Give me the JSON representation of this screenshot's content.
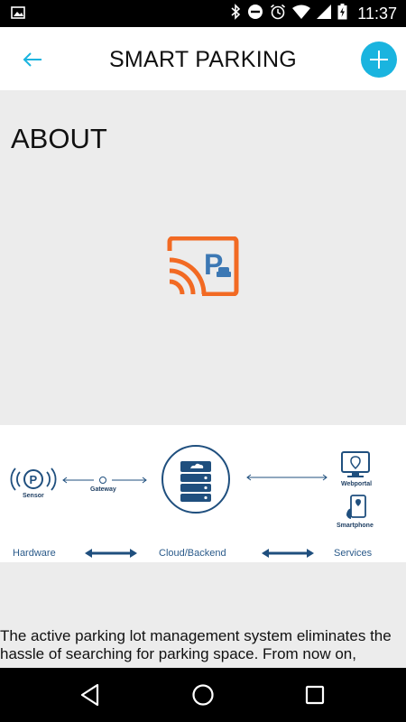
{
  "status_bar": {
    "time": "11:37",
    "icons": [
      "image-icon",
      "bluetooth-icon",
      "do-not-disturb-icon",
      "alarm-icon",
      "wifi-icon",
      "signal-icon",
      "battery-charging-icon"
    ]
  },
  "app_bar": {
    "title": "SMART PARKING",
    "back_icon": "arrow-left-icon",
    "add_icon": "plus-icon",
    "accent_color": "#1ab4df"
  },
  "about": {
    "heading": "ABOUT",
    "logo_icon": "smart-parking-logo",
    "logo_color": "#f26a23"
  },
  "diagram": {
    "sensor_label": "Sensor",
    "gateway_label": "Gateway",
    "webportal_label": "Webportal",
    "smartphone_label": "Smartphone",
    "hardware_label": "Hardware",
    "cloud_label": "Cloud/Backend",
    "services_label": "Services",
    "color": "#1f4f7e"
  },
  "description": "The active parking lot management system eliminates the hassle of searching for parking space. From now on,",
  "nav_bar": {
    "back_icon": "triangle-back-icon",
    "home_icon": "circle-home-icon",
    "recents_icon": "square-recents-icon"
  }
}
